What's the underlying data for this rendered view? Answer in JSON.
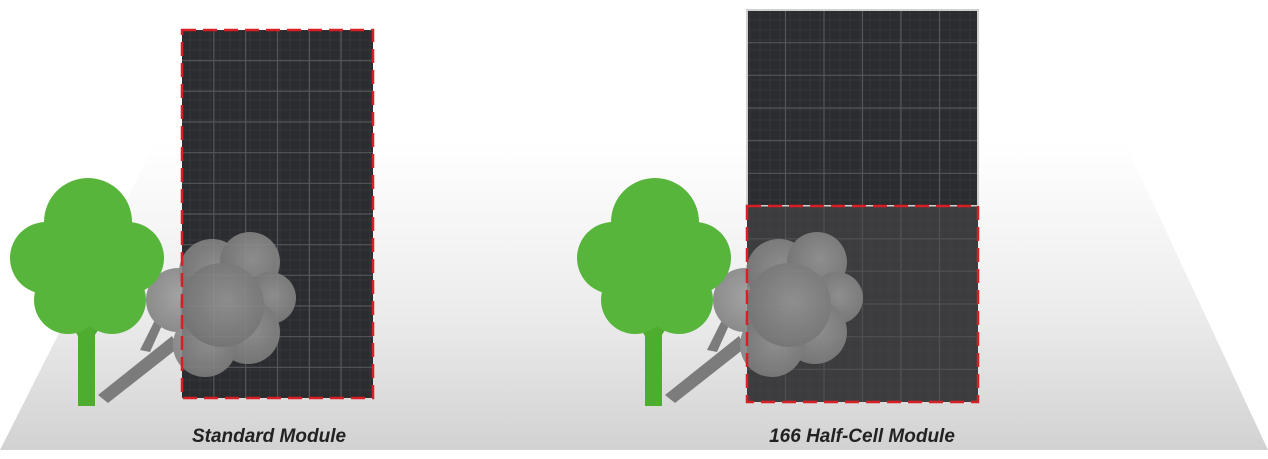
{
  "labels": {
    "standard_module": "Standard Module",
    "half_cell_module": "166 Half-Cell Module"
  },
  "colors": {
    "tree_green": "#56b53a",
    "trunk_green": "#4ead2e",
    "shadow_gray": "#8c8c8c",
    "panel_dark": "#2b2c30",
    "shaded_outline_red": "#d91f26",
    "ground_gray": "#dedede"
  },
  "icons": {
    "tree": "tree-icon",
    "shadow": "tree-shadow-icon"
  },
  "panels": {
    "standard": {
      "cell_columns": 6,
      "cell_rows": 12,
      "shaded_fraction": 1.0
    },
    "half_cell": {
      "cell_columns": 6,
      "cell_rows": 12,
      "shaded_fraction": 0.5
    }
  }
}
